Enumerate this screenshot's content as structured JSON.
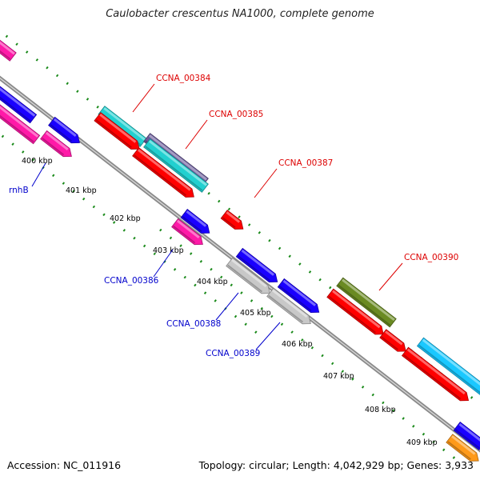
{
  "title": "Caulobacter crescentus NA1000, complete genome",
  "footer": {
    "accession": "Accession: NC_011916",
    "summary": "Topology: circular; Length: 4,042,929 bp; Genes: 3,933"
  },
  "colors": {
    "backbone": "#8a8a8a",
    "tick": "#1a8a1a",
    "red": "#ff0000",
    "blue": "#1a00ff",
    "magenta": "#ff1aa8",
    "cyan": "#22d0d0",
    "gray": "#c8c8c8",
    "olive": "#6a8a22",
    "skyblue": "#1ac8ff",
    "purple": "#6a5a9a",
    "orange": "#ff9a1a",
    "label_red": "#dd0000",
    "label_blue": "#0000cc"
  },
  "kbp_labels": [
    {
      "text": "400 kbp"
    },
    {
      "text": "401 kbp"
    },
    {
      "text": "402 kbp"
    },
    {
      "text": "403 kbp"
    },
    {
      "text": "404 kbp"
    },
    {
      "text": "405 kbp"
    },
    {
      "text": "406 kbp"
    },
    {
      "text": "407 kbp"
    },
    {
      "text": "408 kbp"
    },
    {
      "text": "409 kbp"
    }
  ],
  "gene_labels": [
    {
      "text": "CCNA_00384",
      "color": "red"
    },
    {
      "text": "CCNA_00385",
      "color": "red"
    },
    {
      "text": "CCNA_00387",
      "color": "red"
    },
    {
      "text": "CCNA_00390",
      "color": "red"
    },
    {
      "text": "rnhB",
      "color": "blue"
    },
    {
      "text": "CCNA_00386",
      "color": "blue"
    },
    {
      "text": "CCNA_00388",
      "color": "blue"
    },
    {
      "text": "CCNA_00389",
      "color": "blue"
    }
  ],
  "features": [
    {
      "name": "outer-magenta-topleft",
      "color": "magenta",
      "arrow": "none"
    },
    {
      "name": "outer-cyan-ccna00384",
      "color": "cyan",
      "arrow": "none"
    },
    {
      "name": "outer-purple-ccna00385",
      "color": "purple",
      "arrow": "none"
    },
    {
      "name": "outer-cyan-ccna00385",
      "color": "cyan",
      "arrow": "none"
    },
    {
      "name": "outer-olive-ccna00390",
      "color": "olive",
      "arrow": "none"
    },
    {
      "name": "outer-skyblue-right",
      "color": "skyblue",
      "arrow": "none"
    },
    {
      "name": "fwd-red-1",
      "color": "red",
      "arrow": "fwd"
    },
    {
      "name": "fwd-red-2",
      "color": "red",
      "arrow": "fwd"
    },
    {
      "name": "fwd-red-3",
      "color": "red",
      "arrow": "fwd"
    },
    {
      "name": "fwd-red-4",
      "color": "red",
      "arrow": "fwd"
    },
    {
      "name": "fwd-red-5",
      "color": "red",
      "arrow": "fwd"
    },
    {
      "name": "fwd-red-6",
      "color": "red",
      "arrow": "fwd"
    },
    {
      "name": "rev-blue-topleft",
      "color": "blue",
      "arrow": "none"
    },
    {
      "name": "rev-magenta-left",
      "color": "magenta",
      "arrow": "none"
    },
    {
      "name": "rev-blue-1",
      "color": "blue",
      "arrow": "fwd"
    },
    {
      "name": "rev-magenta-rnhb",
      "color": "magenta",
      "arrow": "fwd"
    },
    {
      "name": "rev-blue-ccna00386",
      "color": "blue",
      "arrow": "fwd"
    },
    {
      "name": "rev-magenta-ccna00386",
      "color": "magenta",
      "arrow": "fwd"
    },
    {
      "name": "rev-blue-2",
      "color": "blue",
      "arrow": "fwd"
    },
    {
      "name": "rev-gray-ccna00388",
      "color": "gray",
      "arrow": "fwd"
    },
    {
      "name": "rev-blue-3",
      "color": "blue",
      "arrow": "fwd"
    },
    {
      "name": "rev-gray-ccna00389",
      "color": "gray",
      "arrow": "fwd"
    },
    {
      "name": "rev-blue-4",
      "color": "blue",
      "arrow": "none"
    },
    {
      "name": "rev-orange-bottomright",
      "color": "orange",
      "arrow": "fwd"
    }
  ]
}
